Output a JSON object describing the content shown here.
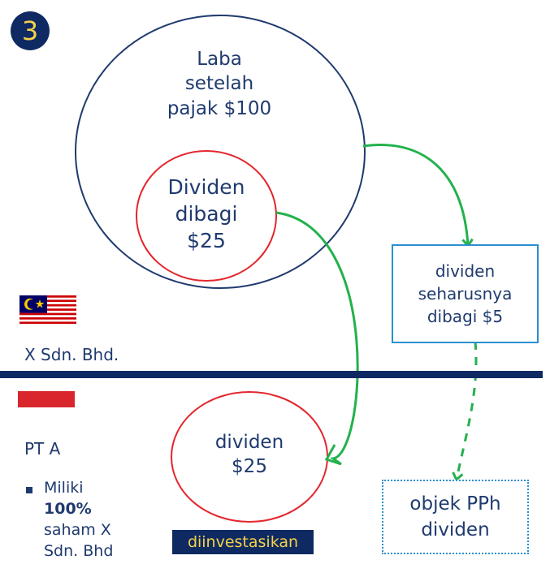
{
  "badge": "3",
  "outer_circle": {
    "lines": [
      "Laba",
      "setelah",
      "pajak $100"
    ]
  },
  "inner_circle": {
    "lines": [
      "Dividen",
      "dibagi",
      "$25"
    ]
  },
  "box_should": {
    "lines": [
      "dividen",
      "seharusnya",
      "dibagi $5"
    ]
  },
  "circle_dividen": {
    "lines": [
      "dividen",
      "$25"
    ]
  },
  "box_object": {
    "lines": [
      "objek PPh",
      "dividen"
    ]
  },
  "invest_label": "diinvestasikan",
  "company_my": "X Sdn. Bhd.",
  "company_id": "PT A",
  "bullet": {
    "pre": "Miliki",
    "strong": "100%",
    "post1": "saham  X",
    "post2": "Sdn. Bhd"
  },
  "colors": {
    "navy": "#0f2a63",
    "text": "#1f3a6e",
    "red": "#e3262d",
    "green": "#23b14d",
    "blue": "#2a8fd1",
    "yellow": "#f5d247"
  }
}
